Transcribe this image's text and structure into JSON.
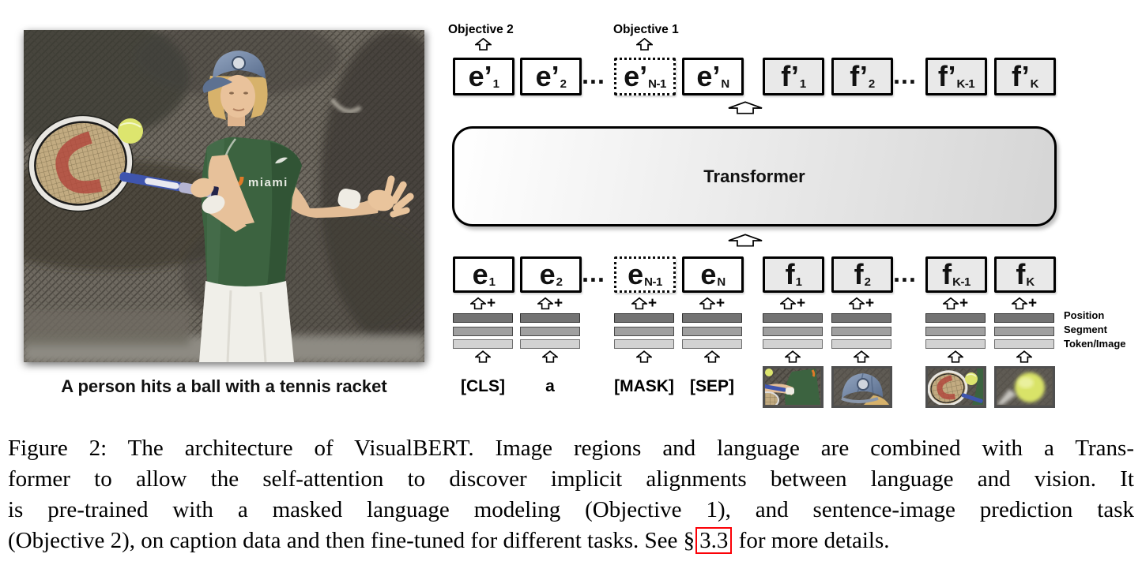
{
  "photo": {
    "caption": "A person hits a ball with a tennis racket",
    "shirt_text": "miami"
  },
  "diagram": {
    "objective2_label": "Objective 2",
    "objective1_label": "Objective 1",
    "transformer_label": "Transformer",
    "ellipsis": "...",
    "plus": "+",
    "output_row": {
      "e": [
        {
          "base": "e’",
          "sub": "1"
        },
        {
          "base": "e’",
          "sub": "2"
        },
        {
          "base": "e’",
          "sub": "N-1"
        },
        {
          "base": "e’",
          "sub": "N"
        }
      ],
      "f": [
        {
          "base": "f’",
          "sub": "1"
        },
        {
          "base": "f’",
          "sub": "2"
        },
        {
          "base": "f’",
          "sub": "K-1"
        },
        {
          "base": "f’",
          "sub": "K"
        }
      ]
    },
    "input_row": {
      "e": [
        {
          "base": "e",
          "sub": "1"
        },
        {
          "base": "e",
          "sub": "2"
        },
        {
          "base": "e",
          "sub": "N-1"
        },
        {
          "base": "e",
          "sub": "N"
        }
      ],
      "f": [
        {
          "base": "f",
          "sub": "1"
        },
        {
          "base": "f",
          "sub": "2"
        },
        {
          "base": "f",
          "sub": "K-1"
        },
        {
          "base": "f",
          "sub": "K"
        }
      ]
    },
    "embedding_labels": [
      "Position",
      "Segment",
      "Token/Image"
    ],
    "text_tokens": [
      "[CLS]",
      "a",
      "[MASK]",
      "[SEP]"
    ],
    "region_names": [
      "torso-with-racket",
      "blue-cap",
      "racket-and-ball",
      "tennis-ball"
    ],
    "colors": {
      "e_box_fill": "#ffffff",
      "f_box_fill": "#e9e9e9",
      "bar_position": "#737373",
      "bar_segment": "#a0a0a0",
      "bar_token_image": "#d2d2d2",
      "link_box_red": "#fb0006"
    }
  },
  "figure_caption": {
    "line1": "Figure 2: The architecture of VisualBERT. Image regions and language are combined with a Trans-",
    "line2": "former to allow the self-attention to discover implicit alignments between language and vision.  It",
    "line3": "is pre-trained with a masked language modeling (Objective 1), and sentence-image prediction task",
    "line4_pre": "(Objective 2), on caption data and then fine-tuned for different tasks. See §",
    "line4_link": "3.3",
    "line4_post": " for more details."
  }
}
